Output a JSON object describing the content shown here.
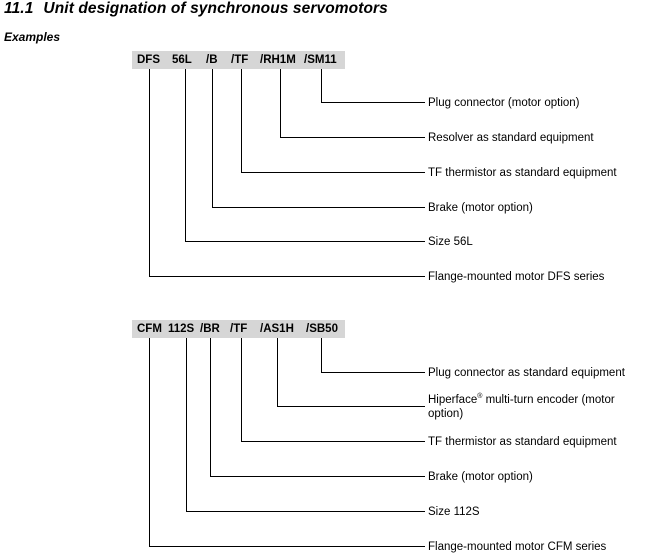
{
  "section": {
    "number": "11.1",
    "title": "Unit designation of synchronous servomotors",
    "subtitle": "Examples"
  },
  "examples": [
    {
      "codes": [
        "DFS",
        "56L",
        "/B",
        "/TF",
        "/RH1M",
        "/SM11"
      ],
      "descriptions": [
        "Plug connector (motor option)",
        "Resolver as standard equipment",
        "TF thermistor as standard equipment",
        "Brake (motor option)",
        "Size 56L",
        "Flange-mounted motor DFS series"
      ]
    },
    {
      "codes": [
        "CFM",
        "112S",
        "/BR",
        "/TF",
        "/AS1H",
        "/SB50"
      ],
      "descriptions": [
        "Plug connector as standard equipment",
        "Hiperface",
        "TF thermistor as standard equipment",
        "Brake (motor option)",
        "Size 112S",
        "Flange-mounted motor CFM series"
      ],
      "hiperface_sup": "®",
      "hiperface_rest": " multi-turn encoder (motor option)"
    }
  ]
}
